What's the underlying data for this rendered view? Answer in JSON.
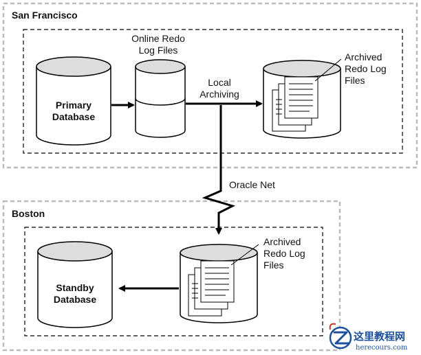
{
  "regions": {
    "primary": {
      "label": "San Francisco"
    },
    "standby": {
      "label": "Boston"
    }
  },
  "primary_site": {
    "database": {
      "line1": "Primary",
      "line2": "Database"
    },
    "online_logs": {
      "line1": "Online Redo",
      "line2": "Log Files"
    },
    "local_archiving": {
      "line1": "Local",
      "line2": "Archiving"
    },
    "archived_logs": {
      "line1": "Archived",
      "line2": "Redo Log",
      "line3": "Files"
    }
  },
  "network": {
    "label": "Oracle Net"
  },
  "standby_site": {
    "archived_logs": {
      "line1": "Archived",
      "line2": "Redo Log",
      "line3": "Files"
    },
    "database": {
      "line1": "Standby",
      "line2": "Database"
    }
  },
  "watermark": {
    "cn": "这里教程网",
    "en": "herecours.com",
    "color": "#1d4f9a"
  }
}
